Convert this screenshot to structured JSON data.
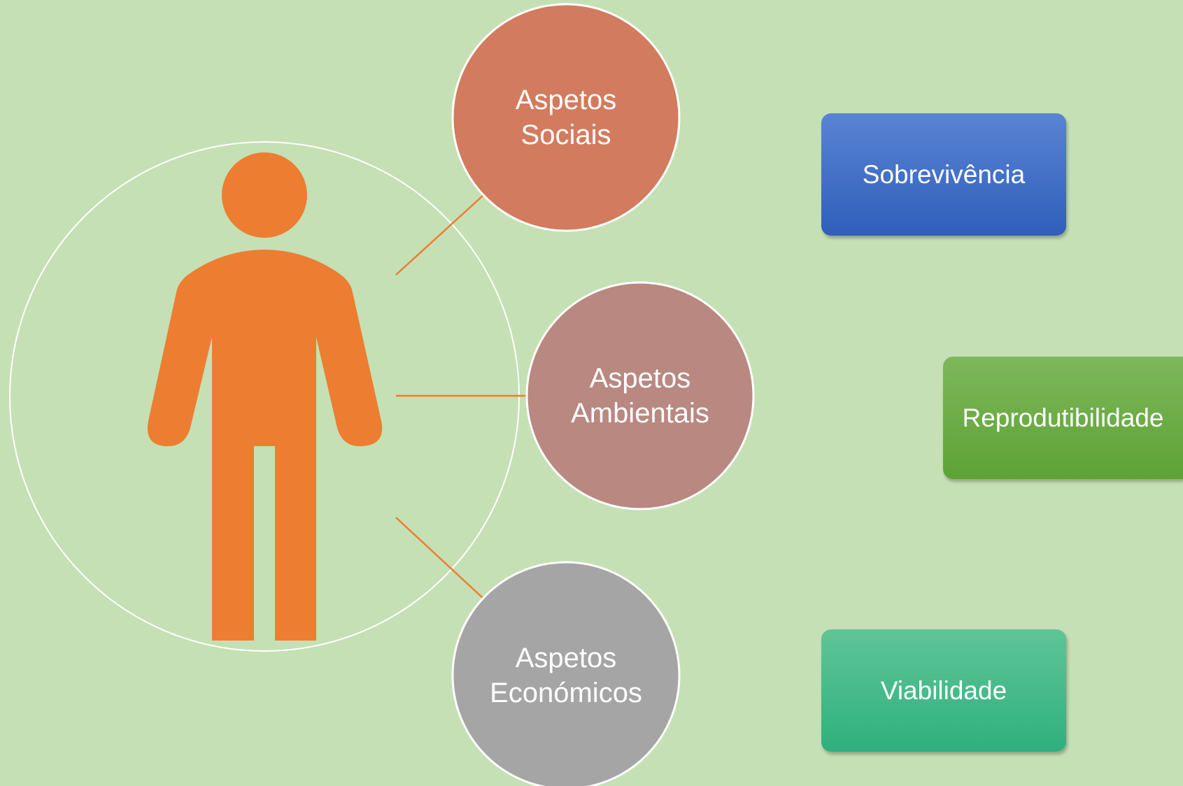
{
  "person_icon": "person-icon",
  "aspects": [
    {
      "line1": "Aspetos",
      "line2": "Sociais",
      "color": "#d37b5e"
    },
    {
      "line1": "Aspetos",
      "line2": "Ambientais",
      "color": "#b98880"
    },
    {
      "line1": "Aspetos",
      "line2": "Económicos",
      "color": "#a5a5a5"
    }
  ],
  "boxes": [
    {
      "label": "Sobrevivência",
      "color": "#4472c4"
    },
    {
      "label": "Reprodutibilidade",
      "color": "#70ad47"
    },
    {
      "label": "Viabilidade",
      "color": "#3cc08e"
    }
  ],
  "colors": {
    "background": "#c5e0b4",
    "person": "#ed7d31",
    "connector": "#ed7d31",
    "outline": "#ffffff"
  }
}
